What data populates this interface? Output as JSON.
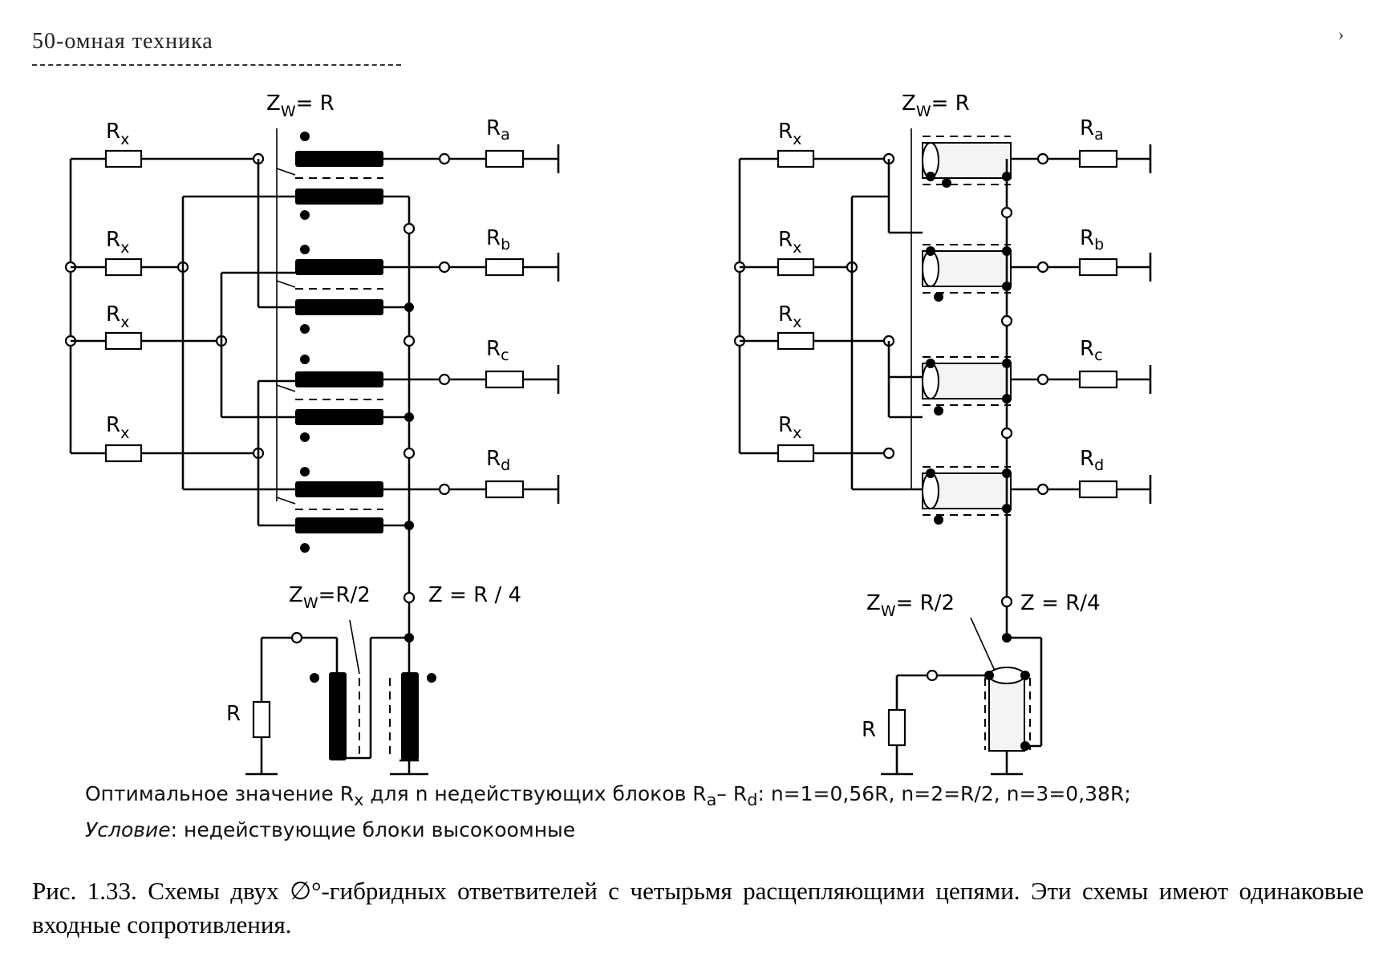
{
  "header": {
    "running_title": "50-омная техника",
    "corner_mark": "›"
  },
  "figure_left": {
    "zw_top": "Z",
    "zw_top_sub": "W",
    "zw_top_val": "= R",
    "resistors_input": [
      "R",
      "R",
      "R",
      "R"
    ],
    "resistors_input_sub": "x",
    "outputs": [
      {
        "name": "R",
        "sub": "a"
      },
      {
        "name": "R",
        "sub": "b"
      },
      {
        "name": "R",
        "sub": "c"
      },
      {
        "name": "R",
        "sub": "d"
      }
    ],
    "zw_bottom": "Z",
    "zw_bottom_sub": "W",
    "zw_bottom_val": "=R/2",
    "z_bottom": "Z = R / 4",
    "r_label": "R"
  },
  "figure_right": {
    "zw_top": "Z",
    "zw_top_sub": "W",
    "zw_top_val": "= R",
    "zw_bottom": "Z",
    "zw_bottom_sub": "W",
    "zw_bottom_val": "= R/2",
    "z_bottom": "Z = R/4",
    "r_label": "R"
  },
  "notes": {
    "line1_a": "Оптимальное значение R",
    "line1_sub_x": "x",
    "line1_b": " для  n недействующих блоков R",
    "line1_sub_a": "a",
    "line1_c": "– R",
    "line1_sub_d": "d",
    "line1_d": ": n=1=0,56R, n=2=R/2, n=3=0,38R;",
    "line2_label": "Условие",
    "line2_text": ": недействующие блоки высокоомные"
  },
  "caption": {
    "text": "Рис. 1.33. Схемы двух ∅°-гибридных ответвителей с четырьмя расщепляющими цепями. Эти схемы имеют одинаковые входные сопротивления."
  }
}
